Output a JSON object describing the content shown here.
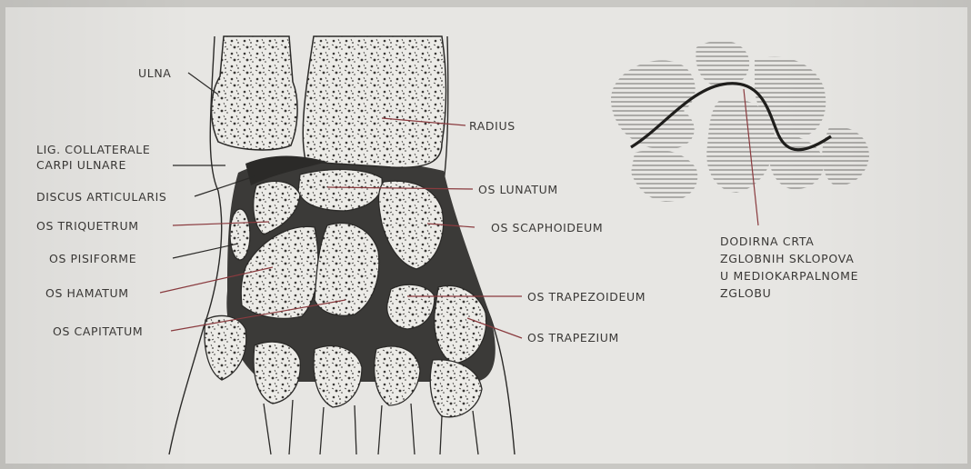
{
  "labels": {
    "ulna": "ULNA",
    "lig_collaterale_line1": "LIG. COLLATERALE",
    "lig_collaterale_line2": "CARPI ULNARE",
    "discus_articularis": "DISCUS ARTICULARIS",
    "os_triquetrum": "OS TRIQUETRUM",
    "os_pisiforme": "OS PISIFORME",
    "os_hamatum": "OS HAMATUM",
    "os_capitatum": "OS CAPITATUM",
    "radius": "RADIUS",
    "os_lunatum": "OS LUNATUM",
    "os_scaphoideum": "OS SCAPHOIDEUM",
    "os_trapezoideum": "OS TRAPEZOIDEUM",
    "os_trapezium": "OS TRAPEZIUM"
  },
  "note": {
    "line1": "DODIRNA CRTA",
    "line2": "ZGLOBNIH SKLOPOVA",
    "line3": "U MEDIOKARPALNOME",
    "line4": "ZGLOBU"
  },
  "colors": {
    "ink": "#2b2a28",
    "leader_red": "#8a3b3f",
    "paper": "#e7e6e3",
    "bone_fill": "#ecebe7",
    "cartilage_dark": "#3b3a38"
  }
}
